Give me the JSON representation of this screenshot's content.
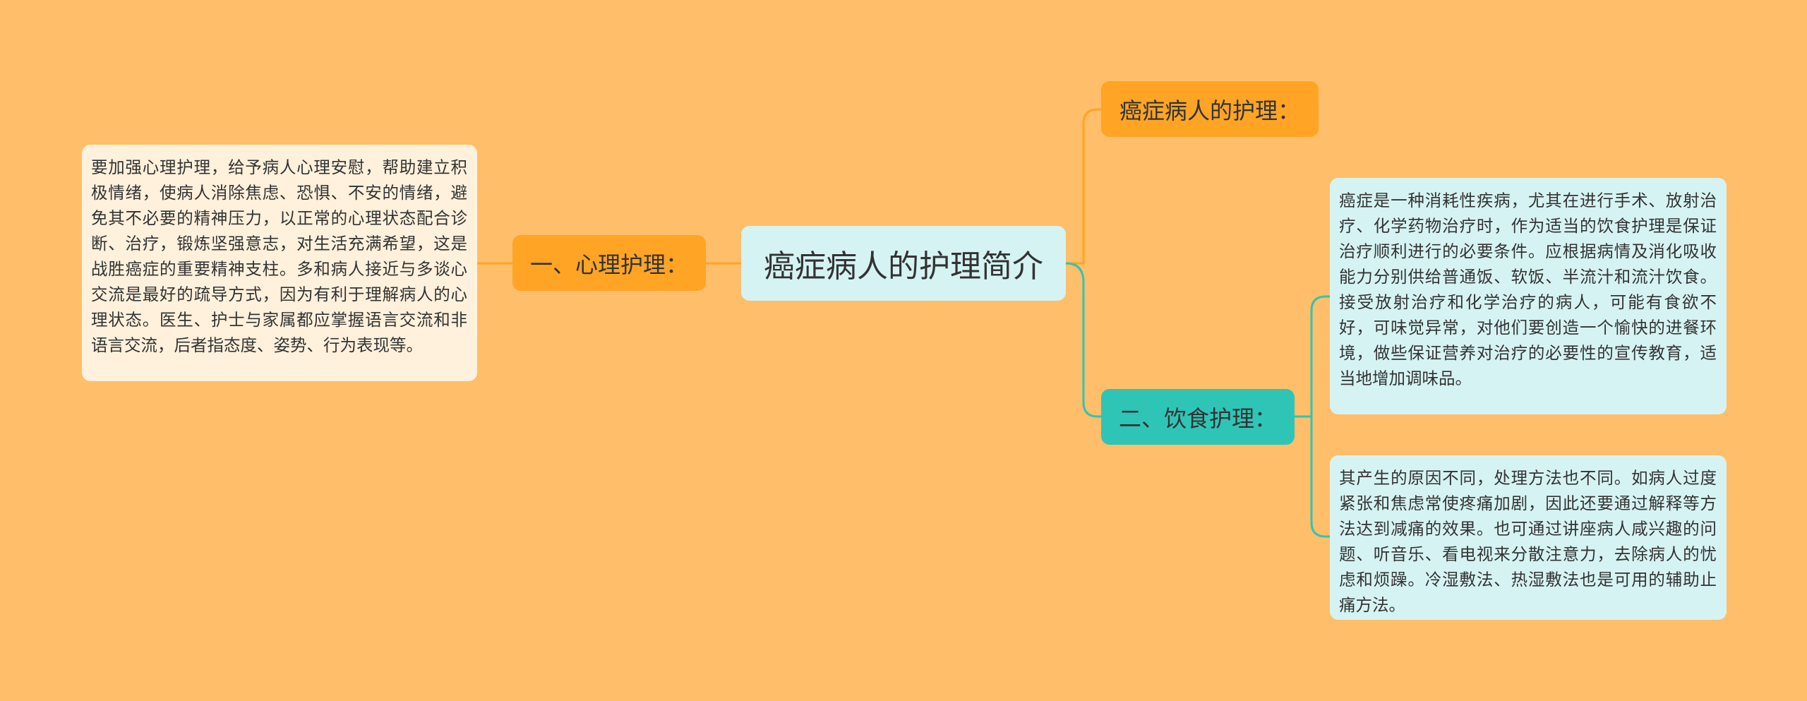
{
  "title": "癌症病人的护理简介",
  "branches": {
    "psychology": {
      "label": "一、心理护理：",
      "content": "要加强心理护理，给予病人心理安慰，帮助建立积极情绪，使病人消除焦虑、恐惧、不安的情绪，避免其不必要的精神压力，以正常的心理状态配合诊断、治疗，锻炼坚强意志，对生活充满希望，这是战胜癌症的重要精神支柱。多和病人接近与多谈心交流是最好的疏导方式，因为有利于理解病人的心理状态。医生、护士与家属都应掌握语言交流和非语言交流，后者指态度、姿势、行为表现等。"
    },
    "care": {
      "label": "癌症病人的护理："
    },
    "diet": {
      "label": "二、饮食护理：",
      "items": [
        "癌症是一种消耗性疾病，尤其在进行手术、放射治疗、化学药物治疗时，作为适当的饮食护理是保证治疗顺利进行的必要条件。应根据病情及消化吸收能力分别供给普通饭、软饭、半流汁和流汁饮食。接受放射治疗和化学治疗的病人，可能有食欲不好，可味觉异常，对他们要创造一个愉快的进餐环境，做些保证营养对治疗的必要性的宣传教育，适当地增加调味品。",
        "其产生的原因不同，处理方法也不同。如病人过度紧张和焦虑常使疼痛加剧，因此还要通过解释等方法达到减痛的效果。也可通过讲座病人咸兴趣的问题、听音乐、看电视来分散注意力，去除病人的忧虑和烦躁。冷湿敷法、热湿敷法也是可用的辅助止痛方法。"
      ]
    }
  },
  "colors": {
    "background": "#FFBE6A",
    "orange_node": "#FFA424",
    "teal_node": "#2EC5B6",
    "light_teal": "#D6F3F3",
    "light_cream": "#FFF1DC",
    "orange_line": "#FFA424",
    "teal_line": "#2EC5B6"
  }
}
